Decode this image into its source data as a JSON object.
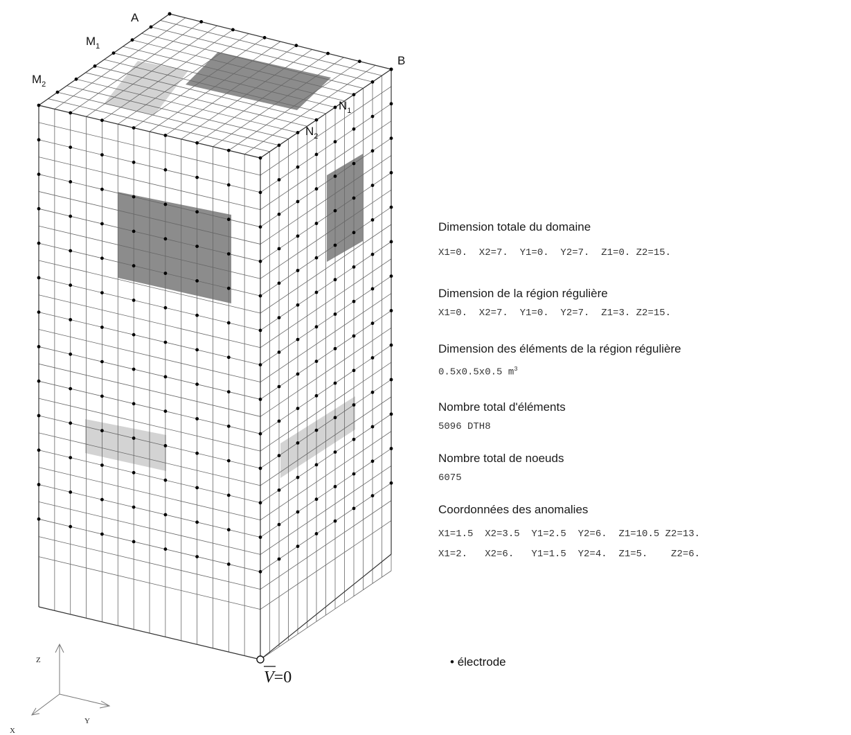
{
  "labels": {
    "a": "A",
    "b": "B",
    "m1": "M",
    "m1_sub": "1",
    "m2": "M",
    "m2_sub": "2",
    "n1": "N",
    "n1_sub": "1",
    "n2": "N",
    "n2_sub": "2"
  },
  "ground": {
    "v": "V",
    "rest": "=0"
  },
  "axes": {
    "z": "Z",
    "y": "Y",
    "x": "X"
  },
  "info": {
    "domain_title": "Dimension totale du domaine",
    "domain_values": "X1=0.  X2=7.  Y1=0.  Y2=7.  Z1=0. Z2=15.",
    "regular_title": "Dimension de la région régulière",
    "regular_values": "X1=0.  X2=7.  Y1=0.  Y2=7.  Z1=3. Z2=15.",
    "element_title": "Dimension des éléments de la région régulière",
    "element_values": "0.5x0.5x0.5 m",
    "element_unit_sup": "3",
    "elements_title": "Nombre total d'éléments",
    "elements_value": "5096 DTH8",
    "nodes_title": "Nombre total de noeuds",
    "nodes_value": "6075",
    "anomalies_title": "Coordonnées des anomalies",
    "anomaly_rows": [
      "X1=1.5  X2=3.5  Y1=2.5  Y2=6.  Z1=10.5 Z2=13.",
      "X1=2.   X2=6.   Y1=1.5  Y2=4.  Z1=5.    Z2=6."
    ]
  },
  "legend": {
    "bullet": "•",
    "label": "électrode"
  },
  "colors": {
    "dark_anomaly": "#8c8c8c",
    "light_anomaly": "#d3d3d3",
    "mesh": "#666666",
    "electrode": "#000000"
  }
}
